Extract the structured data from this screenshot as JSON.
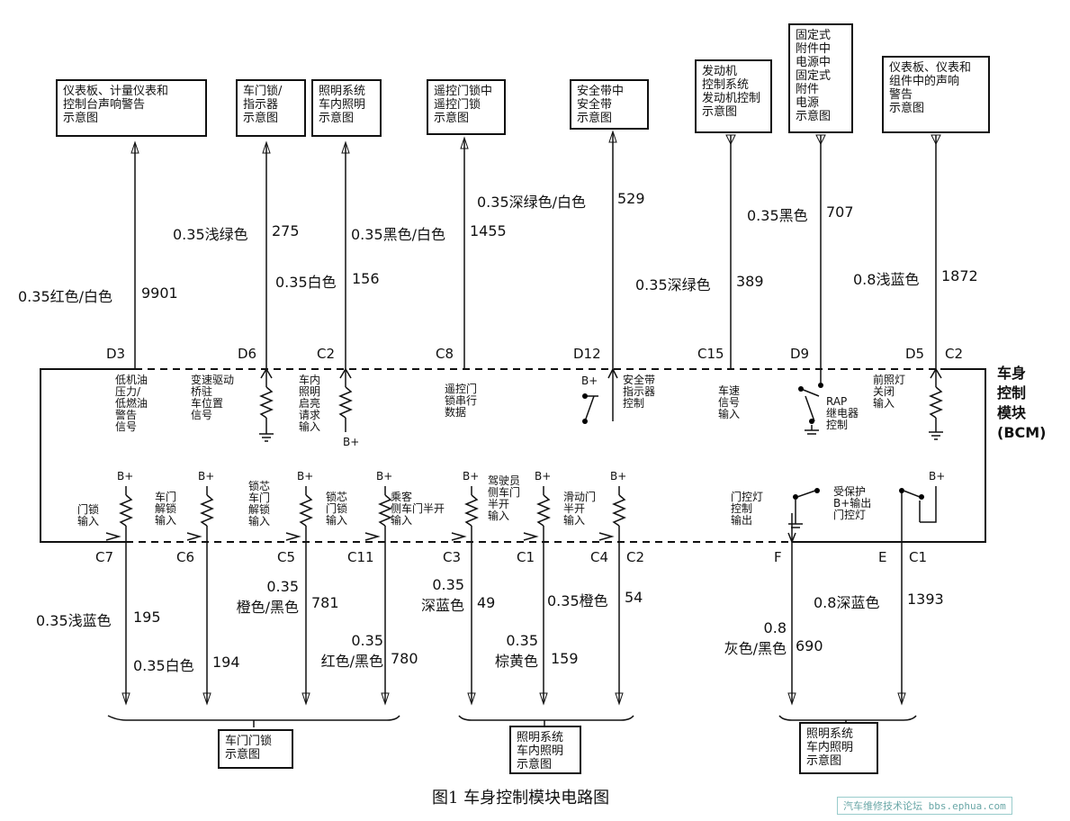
{
  "caption": "图1  车身控制模块电路图",
  "watermark": "汽车维修技术论坛 bbs.ephua.com",
  "module": {
    "name": "车身\n控制\n模块\n(BCM)"
  },
  "top_boxes": [
    {
      "text": "仪表板、计量仪表和\n控制台声响警告\n示意图"
    },
    {
      "text": "车门锁/\n指示器\n示意图"
    },
    {
      "text": "照明系统\n车内照明\n示意图"
    },
    {
      "text": "遥控门锁中\n遥控门锁\n示意图"
    },
    {
      "text": "安全带中\n安全带\n示意图"
    },
    {
      "text": "发动机\n控制系统\n发动机控制\n示意图"
    },
    {
      "text": "固定式\n附件中\n电源中\n固定式\n附件\n电源\n示意图"
    },
    {
      "text": "仪表板、仪表和\n组件中的声响\n警告\n示意图"
    }
  ],
  "bottom_boxes": [
    {
      "text": "车门门锁\n示意图"
    },
    {
      "text": "照明系统\n车内照明\n示意图"
    },
    {
      "text": "照明系统\n车内照明\n示意图"
    }
  ],
  "top_wires": [
    {
      "label": "0.35红色/白色",
      "num": "9901"
    },
    {
      "label": "0.35浅绿色",
      "num": "275"
    },
    {
      "label": "0.35白色",
      "num": "156"
    },
    {
      "label": "0.35黑色/白色",
      "num": "1455"
    },
    {
      "label": "0.35深绿色/白色",
      "num": "529"
    },
    {
      "label": "0.35深绿色",
      "num": "389"
    },
    {
      "label": "0.35黑色",
      "num": "707"
    },
    {
      "label": "0.8浅蓝色",
      "num": "1872"
    }
  ],
  "top_pins": [
    "D3",
    "D6",
    "C2",
    "C8",
    "D12",
    "C15",
    "D9",
    "D5",
    "C2"
  ],
  "top_functions": [
    "低机油\n压力/\n低燃油\n警告\n信号",
    "变速驱动\n桥驻\n车位置\n信号",
    "车内\n照明\n启亮\n请求\n输入",
    "遥控门\n锁串行\n数据",
    "安全带\n指示器\n控制",
    "车速\n信号\n输入",
    "RAP\n继电器\n控制",
    "前照灯\n关闭\n输入"
  ],
  "bottom_functions": [
    "门锁\n输入",
    "车门\n解锁\n输入",
    "锁芯\n车门\n解锁\n输入",
    "锁芯\n门锁\n输入",
    "乘客\n侧车门半开\n输入",
    "驾驶员\n侧车门\n半开\n输入",
    "滑动门\n半开\n输入",
    "门控灯\n控制\n输出",
    "受保护\nB+输出\n门控灯"
  ],
  "bottom_pins": [
    "C7",
    "C6",
    "C5",
    "C11",
    "C3",
    "C1",
    "C4",
    "C2",
    "F",
    "E",
    "C1"
  ],
  "bottom_wires": [
    {
      "label": "0.35浅蓝色",
      "num": "195"
    },
    {
      "label": "0.35白色",
      "num": "194"
    },
    {
      "label": "0.35\n橙色/黑色",
      "num": "781"
    },
    {
      "label": "0.35\n红色/黑色",
      "num": "780"
    },
    {
      "label": "0.35\n深蓝色",
      "num": "49"
    },
    {
      "label": "0.35\n棕黄色",
      "num": "159"
    },
    {
      "label": "0.35橙色",
      "num": "54"
    },
    {
      "label": "0.8\n灰色/黑色",
      "num": "690"
    },
    {
      "label": "0.8深蓝色",
      "num": "1393"
    }
  ],
  "bplus": "B+"
}
